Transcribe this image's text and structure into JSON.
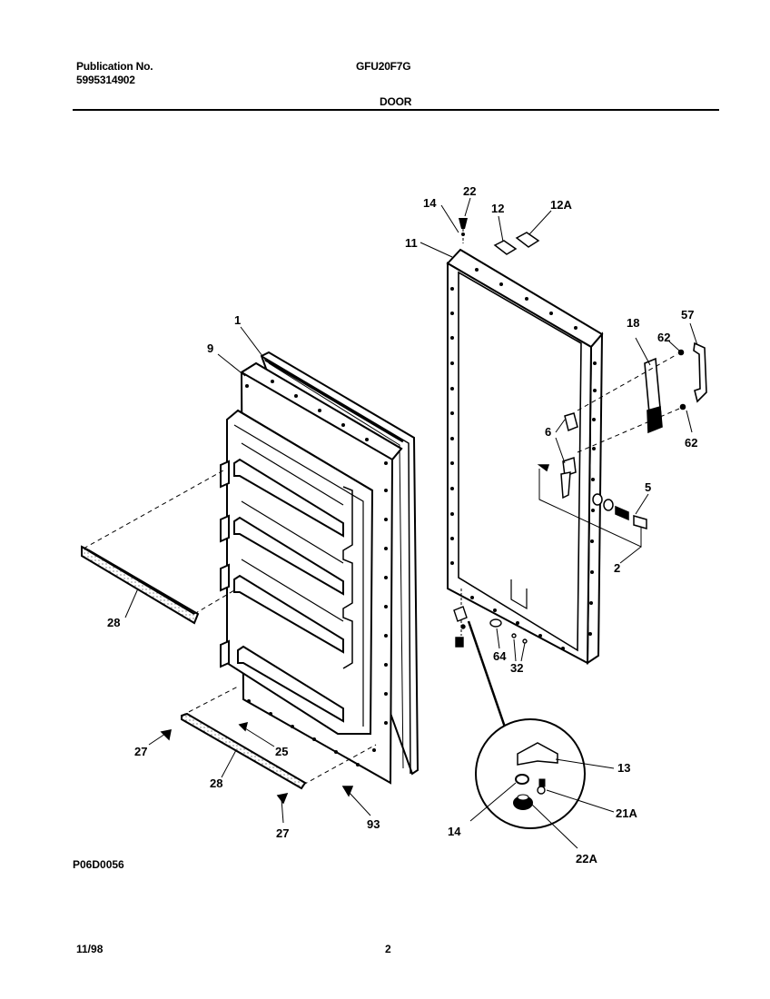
{
  "header": {
    "pub_label": "Publication No.",
    "pub_number": "5995314902",
    "model": "GFU20F7G",
    "section": "DOOR"
  },
  "callouts": {
    "c1": "1",
    "c9": "9",
    "c11": "11",
    "c12": "12",
    "c12a": "12A",
    "c14_top": "14",
    "c22_top": "22",
    "c18": "18",
    "c57": "57",
    "c62_top": "62",
    "c62_bot": "62",
    "c6": "6",
    "c5": "5",
    "c2": "2",
    "c28_left": "28",
    "c28_bottom": "28",
    "c27_left": "27",
    "c27_bottom": "27",
    "c25": "25",
    "c93": "93",
    "c64": "64",
    "c32": "32",
    "c13": "13",
    "c14_detail": "14",
    "c21a": "21A",
    "c22a": "22A"
  },
  "footer": {
    "figure_code": "P06D0056",
    "date": "11/98",
    "page": "2"
  }
}
